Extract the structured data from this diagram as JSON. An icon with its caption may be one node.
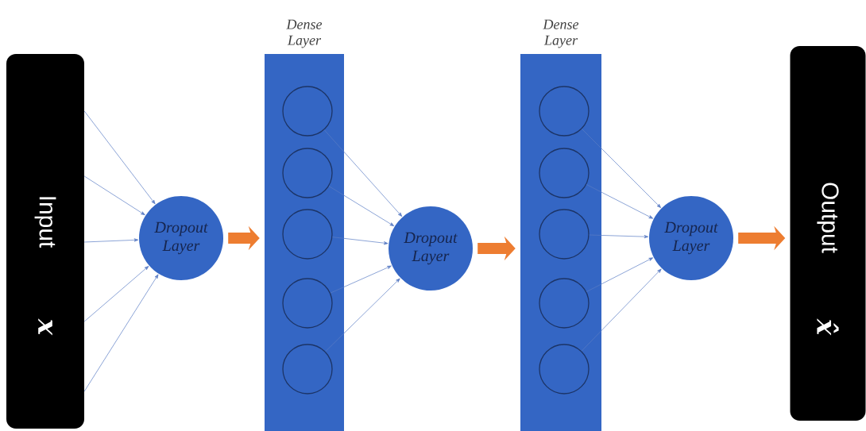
{
  "diagram": {
    "nodes": [
      {
        "text": [
          "Input",
          "x"
        ]
      },
      {
        "text": [
          "Dropout Layer"
        ]
      },
      {
        "text": [
          "Dense Layer"
        ]
      },
      {
        "text": [],
        "shape": "circle",
        "in": 2
      },
      {
        "text": [],
        "shape": "circle",
        "in": 2
      },
      {
        "text": [],
        "shape": "circle",
        "in": 2
      },
      {
        "text": [],
        "shape": "circle",
        "in": 2
      },
      {
        "text": [],
        "shape": "circle",
        "in": 2
      },
      {
        "text": [
          "Dropout Layer"
        ]
      },
      {
        "text": [
          "Dense Layer"
        ]
      },
      {
        "text": [],
        "shape": "circle",
        "in": 9
      },
      {
        "text": [],
        "shape": "circle",
        "in": 9
      },
      {
        "text": [],
        "shape": "circle",
        "in": 9
      },
      {
        "text": [],
        "shape": "circle",
        "in": 9
      },
      {
        "text": [],
        "shape": "circle",
        "in": 9
      },
      {
        "text": [
          "Dropout Layer"
        ]
      },
      {
        "text": [
          "Output",
          "x̂"
        ]
      }
    ],
    "edges": [
      {
        "from": 0,
        "to": 1,
        "arrow": "to"
      },
      {
        "from": 0,
        "to": 1,
        "arrow": "to"
      },
      {
        "from": 0,
        "to": 1,
        "arrow": "to"
      },
      {
        "from": 0,
        "to": 1,
        "arrow": "to"
      },
      {
        "from": 0,
        "to": 1,
        "arrow": "to"
      },
      {
        "from": 1,
        "to": 2,
        "arrow": "to",
        "style": "thick",
        "color": "#ed7d31"
      },
      {
        "from": 3,
        "to": 8,
        "arrow": "to"
      },
      {
        "from": 4,
        "to": 8,
        "arrow": "to"
      },
      {
        "from": 5,
        "to": 8,
        "arrow": "to"
      },
      {
        "from": 6,
        "to": 8,
        "arrow": "to"
      },
      {
        "from": 7,
        "to": 8,
        "arrow": "to"
      },
      {
        "from": 8,
        "to": 9,
        "arrow": "to",
        "style": "thick",
        "color": "#ed7d31"
      },
      {
        "from": 10,
        "to": 15,
        "arrow": "to"
      },
      {
        "from": 11,
        "to": 15,
        "arrow": "to"
      },
      {
        "from": 12,
        "to": 15,
        "arrow": "to"
      },
      {
        "from": 13,
        "to": 15,
        "arrow": "to"
      },
      {
        "from": 14,
        "to": 15,
        "arrow": "to"
      },
      {
        "from": 15,
        "to": 16,
        "arrow": "to",
        "style": "thick",
        "color": "#ed7d31"
      }
    ]
  }
}
